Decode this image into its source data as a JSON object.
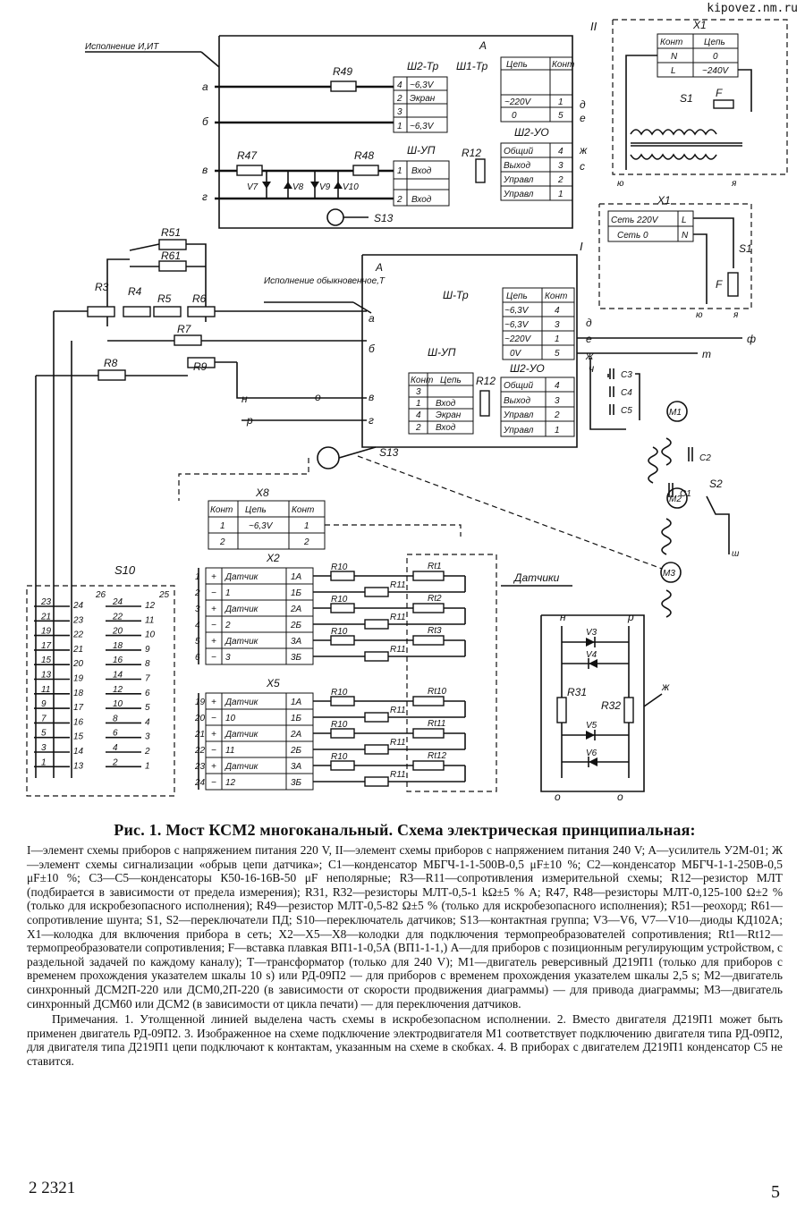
{
  "site": "kipovez.nm.ru",
  "schematic": {
    "labels": {
      "variant_i_it": "Исполнение И,ИТ",
      "variant_ordinary": "Исполнение обыкновенное,Т",
      "block_a": "A",
      "block_ii": "II",
      "block_i": "I",
      "sensors": "Датчики",
      "s10": "S10",
      "s13": "S13",
      "s1": "S1",
      "s2": "S2",
      "f": "F",
      "m1": "M1",
      "m2": "M2",
      "m3": "M3",
      "c1": "C1",
      "c2": "C2",
      "r12": "R12",
      "r31": "R31",
      "r32": "R32",
      "zh": "ж",
      "n": "н",
      "p": "р",
      "o": "о",
      "yu": "ю",
      "ya": "я",
      "u": "у",
      "f_letter": "ф",
      "t_letter": "т",
      "sh": "ш"
    },
    "resistors": {
      "r49": "R49",
      "r47": "R47",
      "r48": "R48",
      "r51": "R51",
      "r61": "R61",
      "r3": "R3",
      "r4": "R4",
      "r5": "R5",
      "r6": "R6",
      "r7": "R7",
      "r8": "R8",
      "r9": "R9"
    },
    "diodes": {
      "v7": "V7",
      "v8": "V8",
      "v9": "V9",
      "v10": "V10",
      "v3": "V3",
      "v4": "V4",
      "v5": "V5",
      "v6": "V6"
    },
    "caps": {
      "c3": "C3",
      "c4": "C4",
      "c5": "C5"
    },
    "left_inputs": [
      "а",
      "б",
      "в",
      "г"
    ],
    "sh2_tr": {
      "title": "Ш2-Тр",
      "rows": [
        {
          "num": "4",
          "name": "~6,3V"
        },
        {
          "num": "2",
          "name": "Экран"
        },
        {
          "num": "3",
          "name": ""
        },
        {
          "num": "1",
          "name": "~6,3V"
        }
      ]
    },
    "sh1_tr": {
      "title": "Ш1-Тр",
      "head": [
        "Цепь",
        "Конт"
      ],
      "rows": [
        {
          "name": "~220V",
          "num": "1"
        },
        {
          "name": "0",
          "num": "5"
        }
      ]
    },
    "sh_up_top": {
      "title": "Ш-УП",
      "rows": [
        {
          "num": "1",
          "name": "Вход"
        },
        {
          "num": "2",
          "name": "Вход"
        }
      ]
    },
    "sh2_uo_top": {
      "title": "Ш2-УО",
      "rows": [
        {
          "name": "Общий",
          "num": "4"
        },
        {
          "name": "Выход",
          "num": "3"
        },
        {
          "name": "Управл",
          "num": "2"
        },
        {
          "name": "Управл",
          "num": "1"
        }
      ]
    },
    "x1_ii": {
      "title": "X1",
      "head": [
        "Конт",
        "Цепь"
      ],
      "rows": [
        {
          "num": "N",
          "name": "0"
        },
        {
          "num": "L",
          "name": "~240V"
        }
      ]
    },
    "x1_i": {
      "title": "X1",
      "rows": [
        {
          "name": "Сеть 220V",
          "num": "L"
        },
        {
          "name": "Сеть 0",
          "num": "N"
        }
      ]
    },
    "sh_tr": {
      "title": "Ш-Тр",
      "head": [
        "Цепь",
        "Конт"
      ],
      "rows": [
        {
          "name": "~6,3V",
          "num": "4"
        },
        {
          "name": "~6,3V",
          "num": "3"
        },
        {
          "name": "~220V",
          "num": "1"
        },
        {
          "name": "0V",
          "num": "5"
        }
      ]
    },
    "sh_up": {
      "title": "Ш-УП",
      "head": [
        "Конт",
        "Цепь"
      ],
      "rows": [
        {
          "num": "3",
          "name": ""
        },
        {
          "num": "1",
          "name": "Вход"
        },
        {
          "num": "4",
          "name": "Экран"
        },
        {
          "num": "2",
          "name": "Вход"
        }
      ]
    },
    "sh2_uo": {
      "title": "Ш2-УО",
      "rows": [
        {
          "name": "Общий",
          "num": "4"
        },
        {
          "name": "Выход",
          "num": "3"
        },
        {
          "name": "Управл",
          "num": "2"
        },
        {
          "name": "Управл",
          "num": "1"
        }
      ]
    },
    "x8": {
      "title": "X8",
      "head": [
        "Конт",
        "Цепь",
        "Конт"
      ],
      "rows": [
        {
          "a": "1",
          "b": "~6,3V",
          "c": "1"
        },
        {
          "a": "2",
          "b": "",
          "c": "2"
        }
      ]
    },
    "x2": {
      "title": "X2",
      "rows": [
        {
          "pin": "1",
          "sign": "+",
          "name": "Датчик",
          "num": "1A",
          "r10": "R10",
          "r11": "R11",
          "rt": "Rt1"
        },
        {
          "pin": "2",
          "sign": "−",
          "name": "1",
          "num": "1Б"
        },
        {
          "pin": "3",
          "sign": "+",
          "name": "Датчик",
          "num": "2A",
          "r10": "R10",
          "r11": "R11",
          "rt": "Rt2"
        },
        {
          "pin": "4",
          "sign": "−",
          "name": "2",
          "num": "2Б"
        },
        {
          "pin": "5",
          "sign": "+",
          "name": "Датчик",
          "num": "3A",
          "r10": "R10",
          "r11": "R11",
          "rt": "Rt3"
        },
        {
          "pin": "6",
          "sign": "−",
          "name": "3",
          "num": "3Б"
        }
      ]
    },
    "x5": {
      "title": "X5",
      "rows": [
        {
          "pin": "19",
          "sign": "+",
          "name": "Датчик",
          "num": "1A",
          "r10": "R10",
          "r11": "R11",
          "rt": "Rt10"
        },
        {
          "pin": "20",
          "sign": "−",
          "name": "10",
          "num": "1Б"
        },
        {
          "pin": "21",
          "sign": "+",
          "name": "Датчик",
          "num": "2A",
          "r10": "R10",
          "r11": "R11",
          "rt": "Rt11"
        },
        {
          "pin": "22",
          "sign": "−",
          "name": "11",
          "num": "2Б"
        },
        {
          "pin": "23",
          "sign": "+",
          "name": "Датчик",
          "num": "3A",
          "r10": "R10",
          "r11": "R11",
          "rt": "Rt12"
        },
        {
          "pin": "24",
          "sign": "−",
          "name": "12",
          "num": "3Б"
        }
      ]
    },
    "s10_left": [
      "23",
      "21",
      "19",
      "17",
      "15",
      "13",
      "11",
      "9",
      "7",
      "5",
      "3",
      "1"
    ],
    "s10_mid": [
      "24",
      "23",
      "22",
      "21",
      "20",
      "19",
      "18",
      "17",
      "16",
      "15",
      "14",
      "13"
    ],
    "s10_right": [
      "12",
      "11",
      "10",
      "9",
      "8",
      "7",
      "6",
      "5",
      "4",
      "3",
      "2",
      "1"
    ],
    "s10_col4": [
      "24",
      "22",
      "20",
      "18",
      "16",
      "14",
      "12",
      "10",
      "8",
      "6",
      "4",
      "2"
    ],
    "s10_tops": [
      "26",
      "25"
    ]
  },
  "caption": {
    "title": "Рис. 1. Мост КСМ2 многоканальный. Схема электрическая принципиальная:",
    "legend": "I—элемент схемы приборов с напряжением питания 220 V, II—элемент схемы приборов с напряжением питания 240 V; A—усилитель У2М-01; Ж—элемент схемы сигнализации «обрыв цепи датчика»; C1—конденсатор МБГЧ-1-1-500В-0,5 μF±10 %; C2—конденсатор МБГЧ-1-1-250В-0,5 μF±10 %; C3—C5—конденсаторы К50-16-16В-50 μF неполярные; R3—R11—сопротивления измерительной схемы; R12—резистор МЛТ (подбирается в зависимости от предела измерения); R31, R32—резисторы МЛТ-0,5-1 kΩ±5 % A; R47, R48—резисторы МЛТ-0,125-100 Ω±2 % (только для искробезопасного исполнения); R49—резистор МЛТ-0,5-82 Ω±5 % (только для искробезопасного исполнения); R51—реохорд; R61—сопротивление шунта; S1, S2—переключатели ПД; S10—переключатель датчиков; S13—контактная группа; V3—V6, V7—V10—диоды КД102А; X1—колодка для включения прибора в сеть; X2—X5—X8—колодки для подключения термопреобразователей сопротивления; Rt1—Rt12—термопреобразователи сопротивления; F—вставка плавкая ВП1-1-0,5А (ВП1-1-1,) А—для приборов с позиционным регулирующим устройством, с раздельной задачей по каждому каналу); T—трансформатор (только для 240 V); M1—двигатель реверсивный Д219П1 (только для приборов с временем прохождения указателем шкалы 10 s) или РД-09П2 — для приборов с временем прохождения указателем шкалы 2,5 s; M2—двигатель синхронный ДСМ2П-220 или ДСМ0,2П-220 (в зависимости от скорости продвижения диаграммы) — для привода диаграммы; M3—двигатель синхронный ДСМ60 или ДСМ2 (в зависимости от цикла печати) — для переключения датчиков.",
    "notes": "Примечания. 1. Утолщенной линией выделена часть схемы в искробезопасном исполнении. 2. Вместо двигателя Д219П1 может быть применен двигатель РД-09П2. 3. Изображенное на схеме подключение электродвигателя M1 соответствует подключению двигателя типа РД-09П2, для двигателя типа Д219П1 цепи подключают к контактам, указанным на схеме в скобках. 4. В приборах с двигателем Д219П1 конденсатор C5 не ставится."
  },
  "footer": {
    "sig": "2 2321",
    "page": "5"
  }
}
